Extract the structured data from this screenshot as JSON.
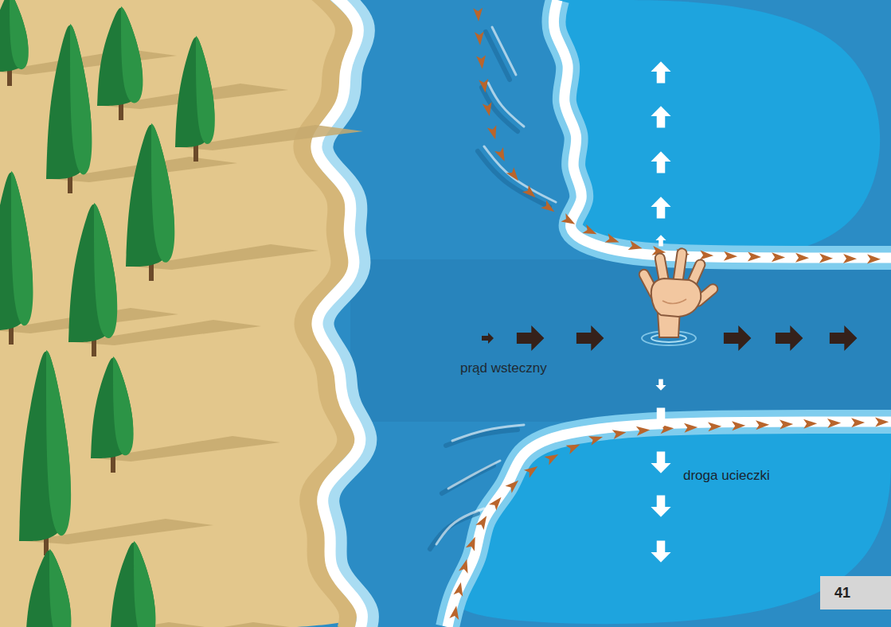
{
  "diagram": {
    "nodes": [
      {
        "text": [
          "41"
        ]
      }
    ],
    "labels": [
      "prąd wsteczny",
      "droga ucieczki"
    ]
  }
}
